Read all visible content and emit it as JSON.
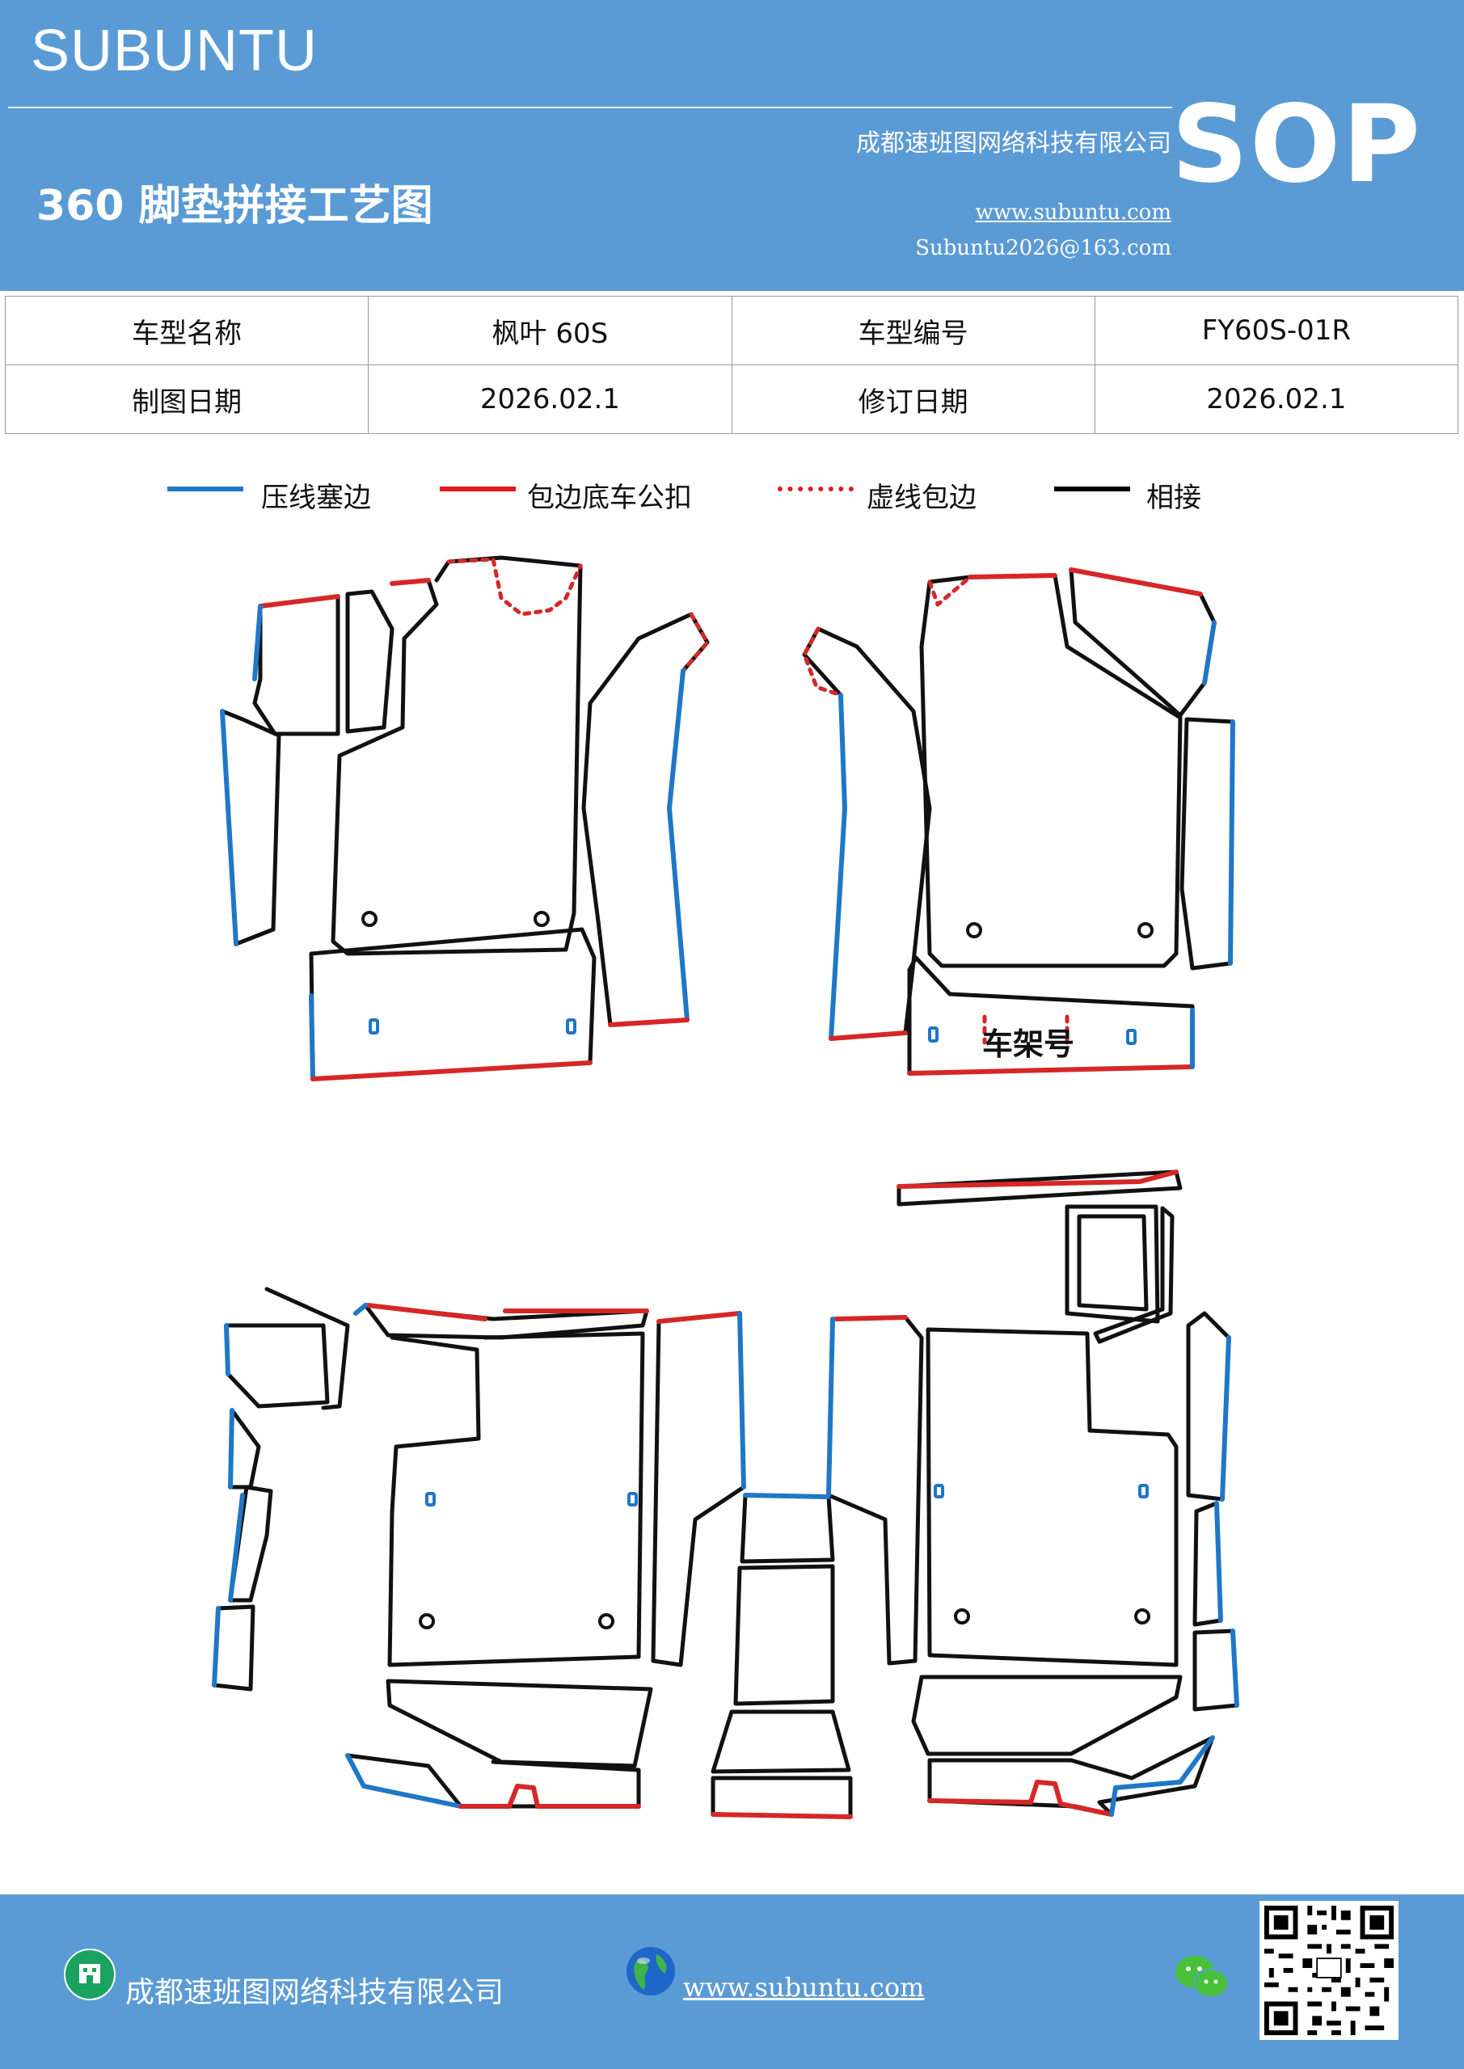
{
  "header": {
    "brand": "SUBUNTU",
    "company": "成都速班图网络科技有限公司",
    "title": "360 脚垫拼接工艺图",
    "website": "www.subuntu.com",
    "email": "Subuntu2026@163.com",
    "badge": "SOP"
  },
  "info_table": {
    "rows": [
      {
        "label1": "车型名称",
        "value1": "枫叶 60S",
        "label2": "车型编号",
        "value2": "FY60S-01R"
      },
      {
        "label1": "制图日期",
        "value1": "2026.02.1",
        "label2": "修订日期",
        "value2": "2026.02.1"
      }
    ]
  },
  "legend": [
    {
      "label": "压线塞边",
      "color": "#1f77c8",
      "style": "solid"
    },
    {
      "label": "包边底车公扣",
      "color": "#e41a1c",
      "style": "solid"
    },
    {
      "label": "虚线包边",
      "color": "#e41a1c",
      "style": "dotted"
    },
    {
      "label": "相接",
      "color": "#000000",
      "style": "solid"
    }
  ],
  "drawing": {
    "frame_label": "车架号",
    "colors": {
      "blue": "#1f77c8",
      "red": "#d62728",
      "black": "#111111"
    }
  },
  "footer": {
    "company": "成都速班图网络科技有限公司",
    "website": "www.subuntu.com"
  }
}
